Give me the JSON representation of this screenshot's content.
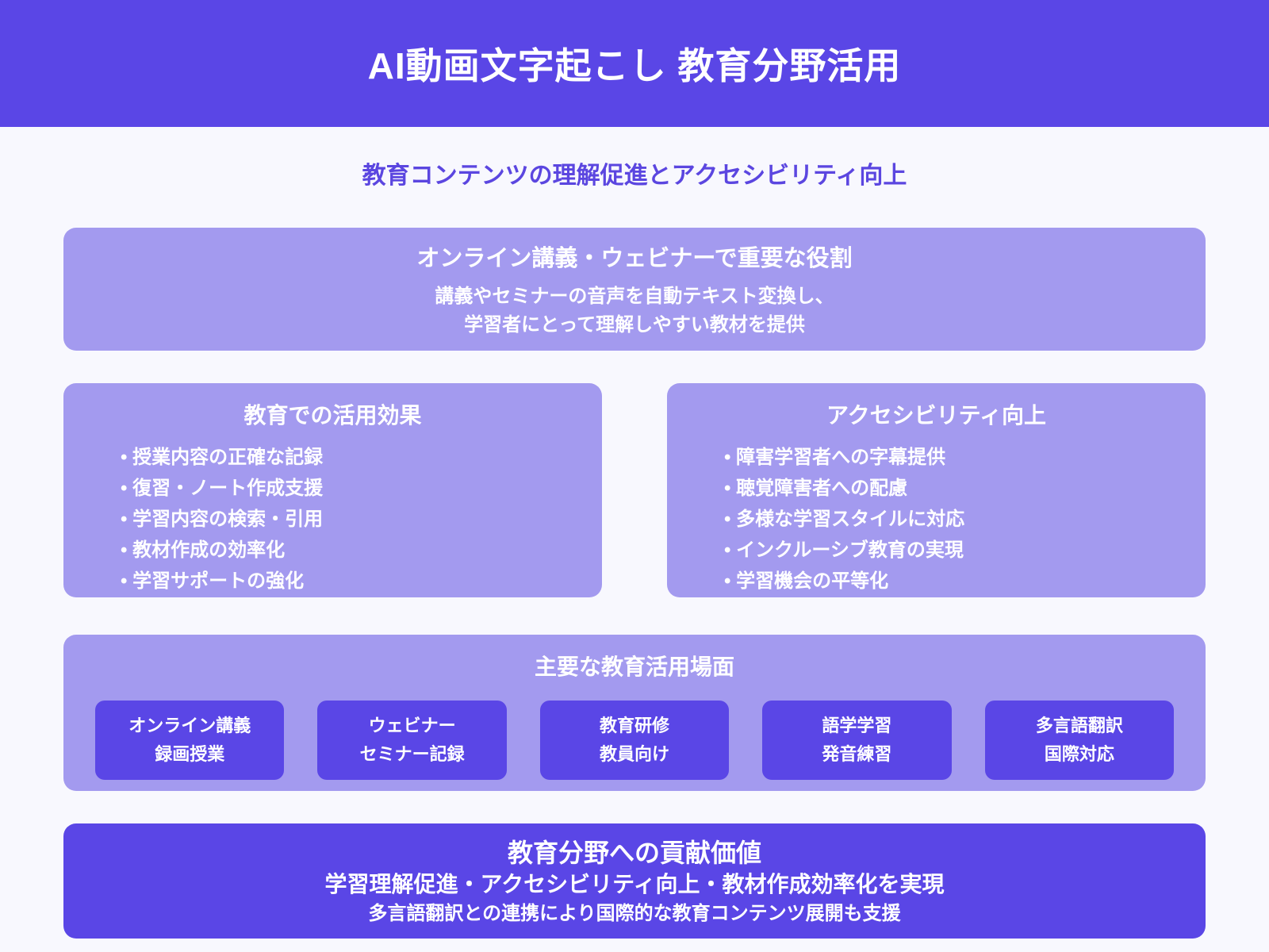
{
  "colors": {
    "primary": "#5a46e6",
    "light_purple": "#a39aef",
    "background": "#f8f8fe",
    "subtitle_text": "#5b46e0",
    "text_on_boxes": "#ffffff"
  },
  "header": {
    "title": "AI動画文字起こし 教育分野活用"
  },
  "subtitle": "教育コンテンツの理解促進とアクセシビリティ向上",
  "role_box": {
    "title": "オンライン講義・ウェビナーで重要な役割",
    "lines": [
      "講義やセミナーの音声を自動テキスト変換し、",
      "学習者にとって理解しやすい教材を提供"
    ]
  },
  "columns": [
    {
      "title": "教育での活用効果",
      "bullets": [
        "授業内容の正確な記録",
        "復習・ノート作成支援",
        "学習内容の検索・引用",
        "教材作成の効率化",
        "学習サポートの強化"
      ]
    },
    {
      "title": "アクセシビリティ向上",
      "bullets": [
        "障害学習者への字幕提供",
        "聴覚障害者への配慮",
        "多様な学習スタイルに対応",
        "インクルーシブ教育の実現",
        "学習機会の平等化"
      ]
    }
  ],
  "scenes": {
    "title": "主要な教育活用場面",
    "items": [
      {
        "line1": "オンライン講義",
        "line2": "録画授業"
      },
      {
        "line1": "ウェビナー",
        "line2": "セミナー記録"
      },
      {
        "line1": "教育研修",
        "line2": "教員向け"
      },
      {
        "line1": "語学学習",
        "line2": "発音練習"
      },
      {
        "line1": "多言語翻訳",
        "line2": "国際対応"
      }
    ]
  },
  "value_box": {
    "title": "教育分野への貢献価値",
    "line2": "学習理解促進・アクセシビリティ向上・教材作成効率化を実現",
    "line3": "多言語翻訳との連携により国際的な教育コンテンツ展開も支援"
  }
}
